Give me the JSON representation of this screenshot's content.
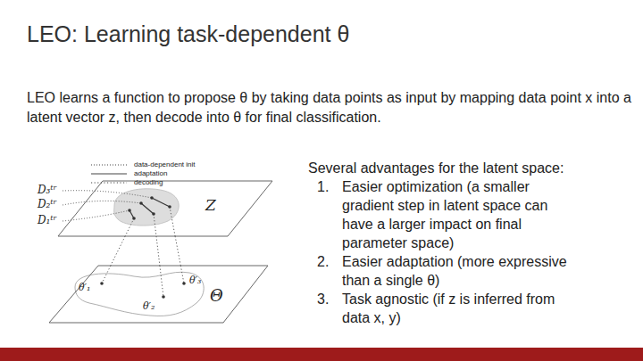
{
  "diagram": {
    "title": "LEO: Learning task-dependent θ",
    "nodes": [
      {
        "text": [
          "Z"
        ]
      },
      {
        "text": [
          "Θ"
        ]
      }
    ],
    "edges": [
      {
        "from": 0,
        "to": 1,
        "arrow": "none"
      },
      {
        "from": 0,
        "to": 1,
        "arrow": "none"
      },
      {
        "from": 0,
        "to": 1,
        "arrow": "none"
      }
    ],
    "labels": [
      "LEO learns a function to propose θ by taking data points as input by mapping data point x into a latent vector z, then decode into θ for final classification.",
      "D₃ᵗʳ",
      "D₂ᵗʳ",
      "D₁ᵗʳ",
      "θ′₁",
      "θ′₃",
      "θ′₂",
      "Several advantages for the latent space:",
      "1.",
      "Easier optimization (a smaller gradient step in latent space can have a larger impact on final parameter space)",
      "2.",
      "Easier adaptation (more expressive than a single θ)",
      "3.",
      "Task agnostic (if z is inferred from data x, y)"
    ],
    "legend": [
      {
        "text": "data-dependent init"
      },
      {
        "text": "adaptation"
      },
      {
        "text": "decoding"
      }
    ]
  }
}
